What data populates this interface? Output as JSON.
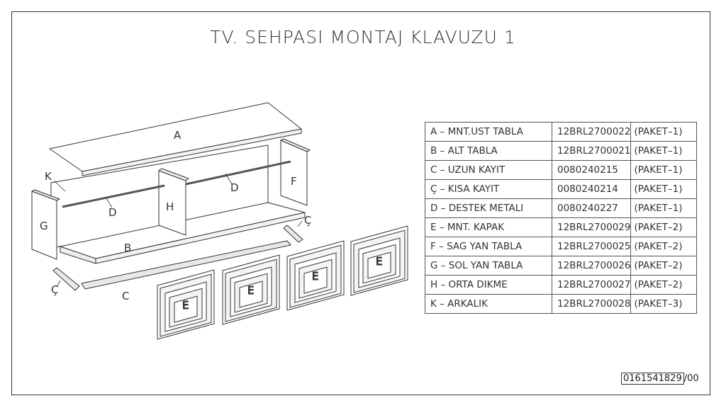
{
  "title": "TV. SEHPASI MONTAJ KLAVUZU 1",
  "parts_table": [
    {
      "name": "A – MNT.UST TABLA",
      "code": "12BRL2700022",
      "package": "(PAKET–1)"
    },
    {
      "name": "B – ALT TABLA",
      "code": "12BRL2700021",
      "package": "(PAKET–1)"
    },
    {
      "name": "C – UZUN KAYIT",
      "code": "0080240215",
      "package": "(PAKET–1)"
    },
    {
      "name": "Ç – KISA KAYIT",
      "code": "0080240214",
      "package": "(PAKET–1)"
    },
    {
      "name": "D – DESTEK METALI",
      "code": "0080240227",
      "package": "(PAKET–1)"
    },
    {
      "name": "E – MNT. KAPAK",
      "code": "12BRL2700029",
      "package": "(PAKET–2)"
    },
    {
      "name": "F – SAG YAN TABLA",
      "code": "12BRL2700025",
      "package": "(PAKET–2)"
    },
    {
      "name": "G – SOL YAN TABLA",
      "code": "12BRL2700026",
      "package": "(PAKET–2)"
    },
    {
      "name": "H – ORTA DIKME",
      "code": "12BRL2700027",
      "package": "(PAKET–2)"
    },
    {
      "name": "K – ARKALIK",
      "code": "12BRL2700028",
      "package": "(PAKET–3)"
    }
  ],
  "diagram_labels": {
    "A": "A",
    "B": "B",
    "C": "C",
    "C_cedilla_left": "Ç",
    "C_cedilla_right": "Ç",
    "D_left": "D",
    "D_right": "D",
    "F": "F",
    "G": "G",
    "H": "H",
    "K": "K",
    "E": "E"
  },
  "doc_number": {
    "code": "0161541829",
    "revision": "/00"
  }
}
